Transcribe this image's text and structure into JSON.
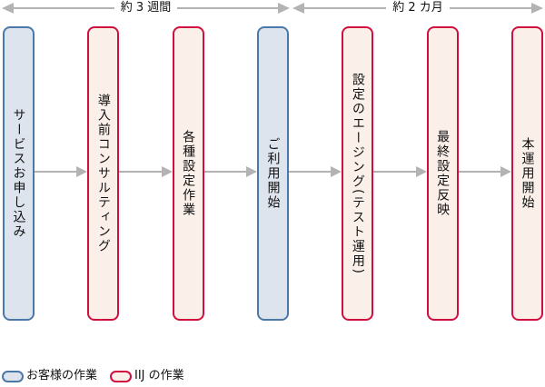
{
  "timeline": {
    "spans": [
      {
        "label": "約 3 週間"
      },
      {
        "label": "約 2 カ月"
      }
    ]
  },
  "flow": {
    "steps": [
      {
        "label": "サービスお申し込み",
        "owner": "customer"
      },
      {
        "label": "導入前コンサルティング",
        "owner": "iij"
      },
      {
        "label": "各種設定作業",
        "owner": "iij"
      },
      {
        "label": "ご利用開始",
        "owner": "customer"
      },
      {
        "label": "設定のエージング(テスト運用)",
        "owner": "iij"
      },
      {
        "label": "最終設定反映",
        "owner": "iij"
      },
      {
        "label": "本運用開始",
        "owner": "iij"
      }
    ]
  },
  "legend": {
    "customer": {
      "label": "お客様の作業",
      "border_color": "#4b79a7",
      "fill_color": "#dde4ee"
    },
    "iij": {
      "label": "IIJ の作業",
      "border_color": "#d00f3f",
      "fill_color": "#fbefe9"
    }
  },
  "colors": {
    "arrow": "#b3b3b3",
    "text": "#111111"
  }
}
